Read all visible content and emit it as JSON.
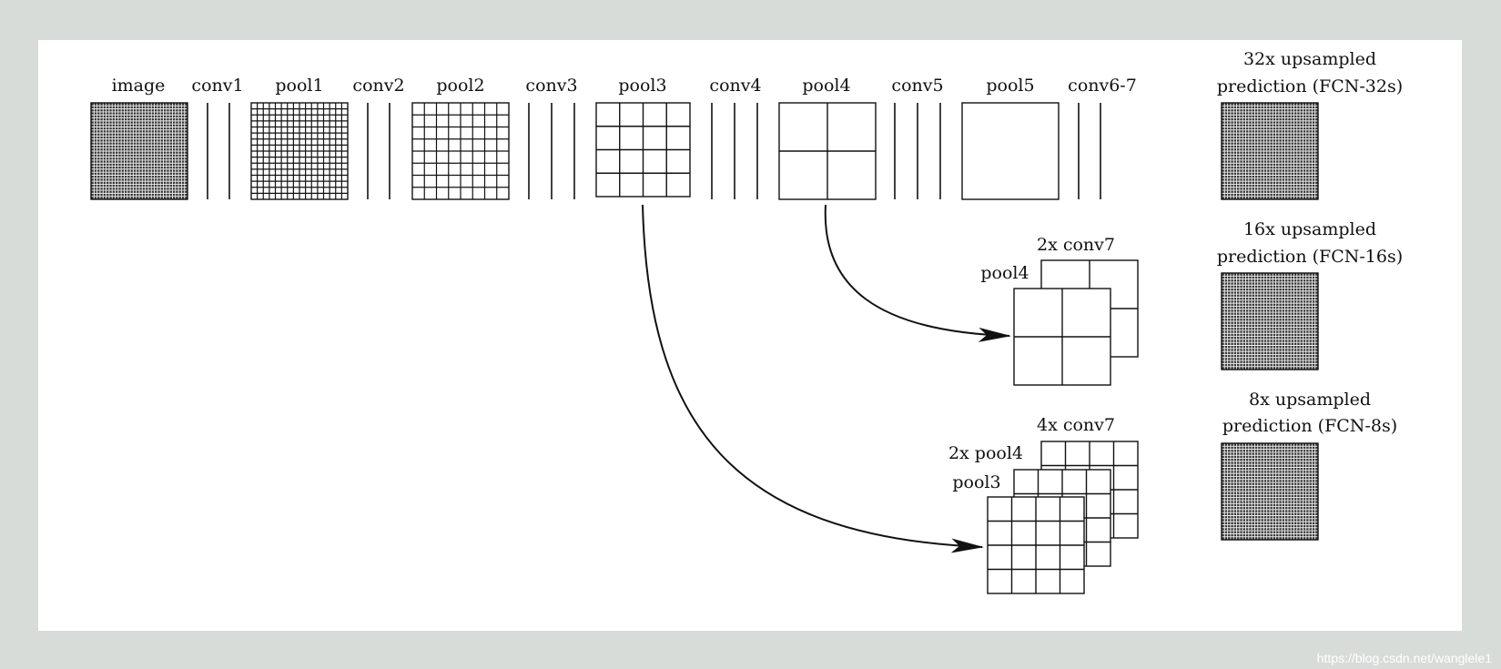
{
  "colors": {
    "page_background": "#d7dcd9",
    "canvas_background": "#ffffff",
    "stroke": "#111111"
  },
  "diagram": {
    "top_labels": {
      "image": "image",
      "conv1": "conv1",
      "pool1": "pool1",
      "conv2": "conv2",
      "pool2": "pool2",
      "conv3": "conv3",
      "pool3": "pool3",
      "conv4": "conv4",
      "pool4": "pool4",
      "conv5": "conv5",
      "pool5": "pool5",
      "conv6_7": "conv6-7"
    },
    "predictions": {
      "fcn32": {
        "line1": "32x upsampled",
        "line2": "prediction (FCN-32s)"
      },
      "fcn16": {
        "line1": "16x upsampled",
        "line2": "prediction (FCN-16s)"
      },
      "fcn8": {
        "line1": "8x upsampled",
        "line2": "prediction (FCN-8s)"
      }
    },
    "stack16": {
      "front_label": "pool4",
      "back_label": "2x conv7"
    },
    "stack8": {
      "front_label": "pool3",
      "middle_label": "2x pool4",
      "back_label": "4x conv7"
    }
  },
  "watermark": "https://blog.csdn.net/wanglele1"
}
